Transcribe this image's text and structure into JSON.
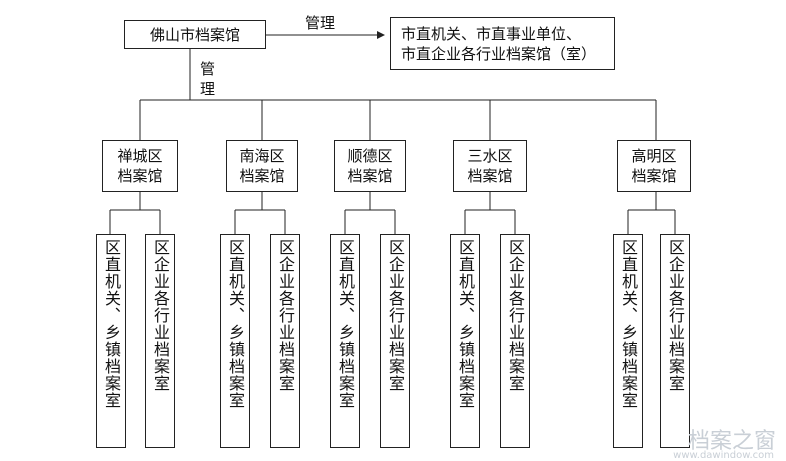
{
  "root": {
    "label": "佛山市档案馆"
  },
  "top_edge_label": "管理",
  "right_box": {
    "line1": "市直机关、市直事业单位、",
    "line2": "市直企业各行业档案馆（室）"
  },
  "down_edge_label": [
    "管",
    "理"
  ],
  "districts": [
    {
      "line1": "禅城区",
      "line2": "档案馆",
      "children": [
        "区直机关、乡镇档案室",
        "区企业各行业档案室"
      ]
    },
    {
      "line1": "南海区",
      "line2": "档案馆",
      "children": [
        "区直机关、乡镇档案室",
        "区企业各行业档案室"
      ]
    },
    {
      "line1": "顺德区",
      "line2": "档案馆",
      "children": [
        "区直机关、乡镇档案室",
        "区企业各行业档案室"
      ]
    },
    {
      "line1": "三水区",
      "line2": "档案馆",
      "children": [
        "区直机关、乡镇档案室",
        "区企业各行业档案室"
      ]
    },
    {
      "line1": "高明区",
      "line2": "档案馆",
      "children": [
        "区直机关、乡镇档案室",
        "区企业各行业档案室"
      ]
    }
  ],
  "watermark": {
    "text": "档案之窗",
    "sub": "www.dawindow.com"
  }
}
